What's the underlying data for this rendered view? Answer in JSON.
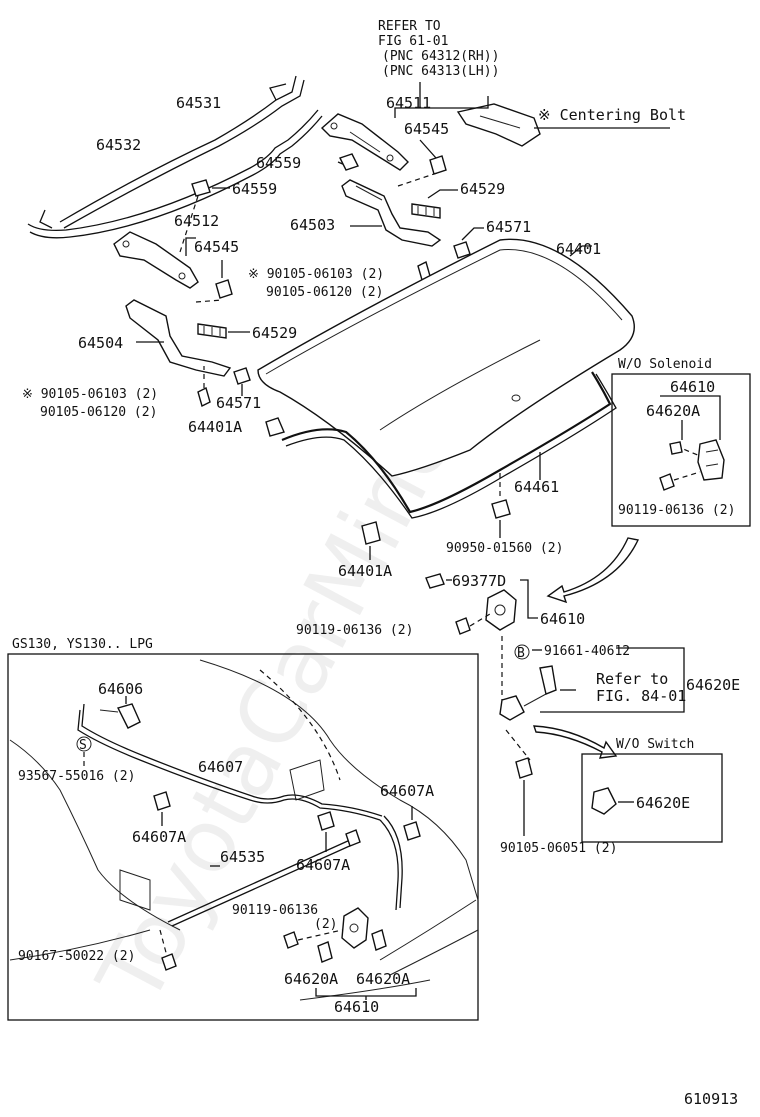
{
  "refer_note": {
    "line1": "REFER TO",
    "line2": "FIG 61-01",
    "line3": "(PNC 64312(RH))",
    "line4": "(PNC 64313(LH))"
  },
  "centering_bolt": "※ Centering Bolt",
  "wo_solenoid": "W/O Solenoid",
  "wo_switch": "W/O Switch",
  "lpg_title": "GS130, YS130.. LPG",
  "refer_fig": {
    "line1": "Refer to",
    "line2": "FIG. 84-01"
  },
  "mark_b": "B",
  "mark_s": "S",
  "figure_number": "610913",
  "watermark": "ToyotaCarMine.ru",
  "labels": {
    "p64531": "64531",
    "p64532": "64532",
    "p64511": "64511",
    "p64545a": "64545",
    "p64559a": "64559",
    "p64559b": "64559",
    "p64529a": "64529",
    "p64512": "64512",
    "p64545b": "64545",
    "p64503": "64503",
    "p64571a": "64571",
    "p64401": "64401",
    "p90105_06103a": "※ 90105-06103 (2)",
    "p90105_06120a": "90105-06120 (2)",
    "p64529b": "64529",
    "p64504": "64504",
    "p90105_06103b": "※ 90105-06103 (2)",
    "p90105_06120b": "90105-06120 (2)",
    "p64571b": "64571",
    "p64401a1": "64401A",
    "p64461": "64461",
    "p90950_01560": "90950-01560 (2)",
    "p64401a2": "64401A",
    "p64610a": "64610",
    "p64620a1": "64620A",
    "p90119_06136a": "90119-06136 (2)",
    "p69377d": "69377D",
    "p90119_06136b": "90119-06136 (2)",
    "p64610b": "64610",
    "p91661_40612": "91661-40612",
    "p64620e1": "64620E",
    "p90105_06051": "90105-06051 (2)",
    "p64620e2": "64620E",
    "p64606": "64606",
    "p93567_55016": "93567-55016 (2)",
    "p64607": "64607",
    "p64607a1": "64607A",
    "p64607a2": "64607A",
    "p64535": "64535",
    "p64607a3": "64607A",
    "p90119_06136c1": "90119-06136",
    "p90119_06136c2": "(2)",
    "p90167_50022": "90167-50022 (2)",
    "p64620a2": "64620A",
    "p64620a3": "64620A",
    "p64610c": "64610"
  }
}
